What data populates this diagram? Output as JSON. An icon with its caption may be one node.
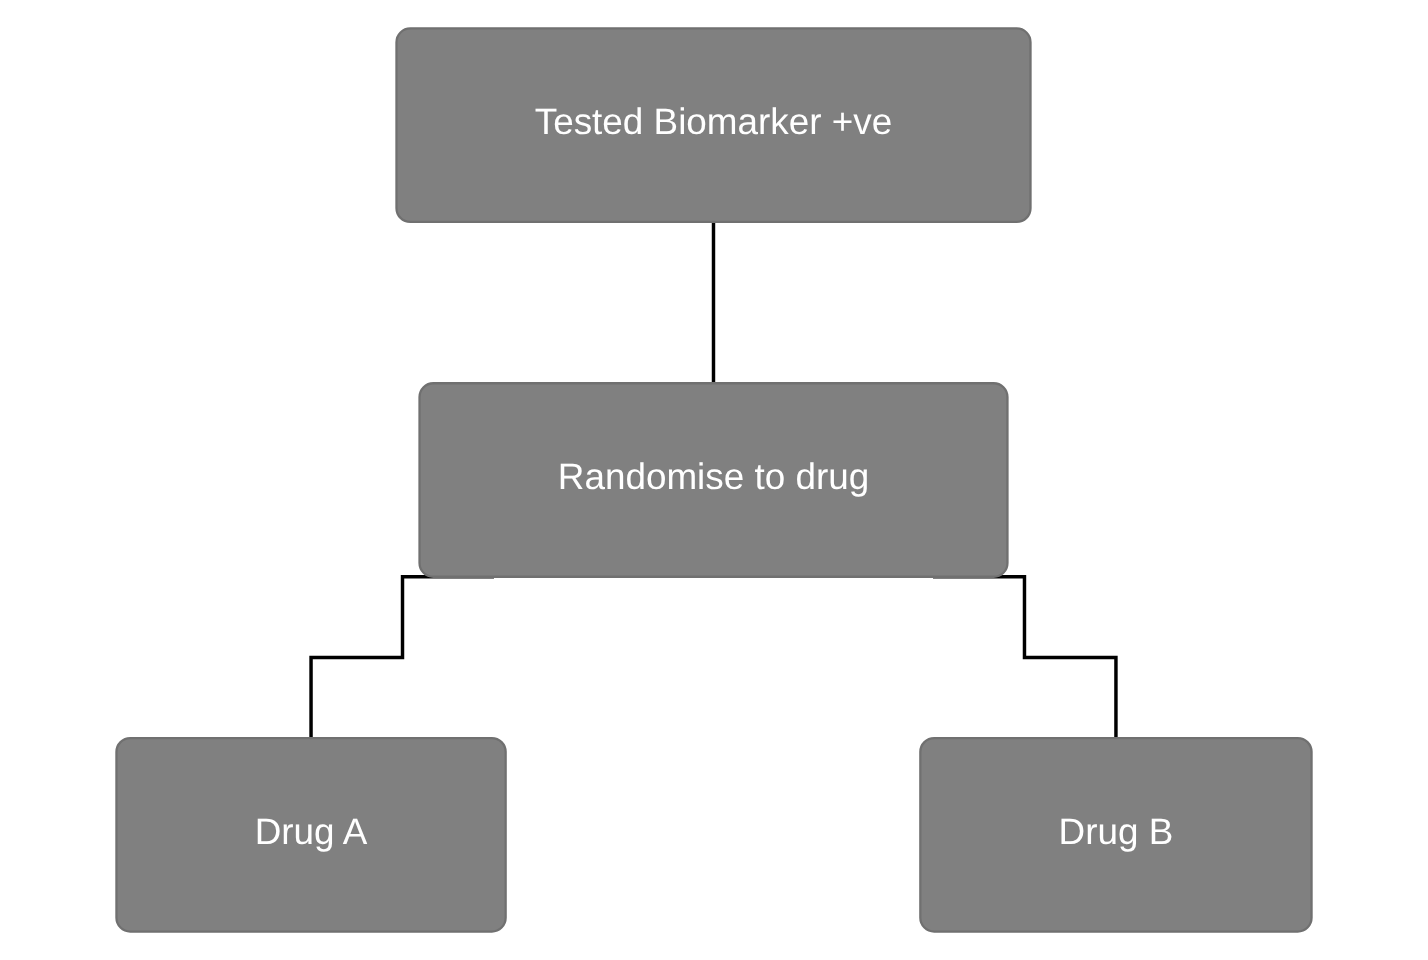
{
  "diagram": {
    "nodes": [
      {
        "text": [
          "Tested Biomarker +ve"
        ]
      },
      {
        "text": [
          "Randomise to drug"
        ]
      },
      {
        "text": [
          "Drug A"
        ]
      },
      {
        "text": [
          "Drug B"
        ]
      }
    ],
    "edges": [
      {
        "from": 0,
        "to": 1,
        "arrow": "none"
      },
      {
        "from": 1,
        "to": 2,
        "arrow": "none"
      },
      {
        "from": 1,
        "to": 3,
        "arrow": "none"
      }
    ]
  }
}
